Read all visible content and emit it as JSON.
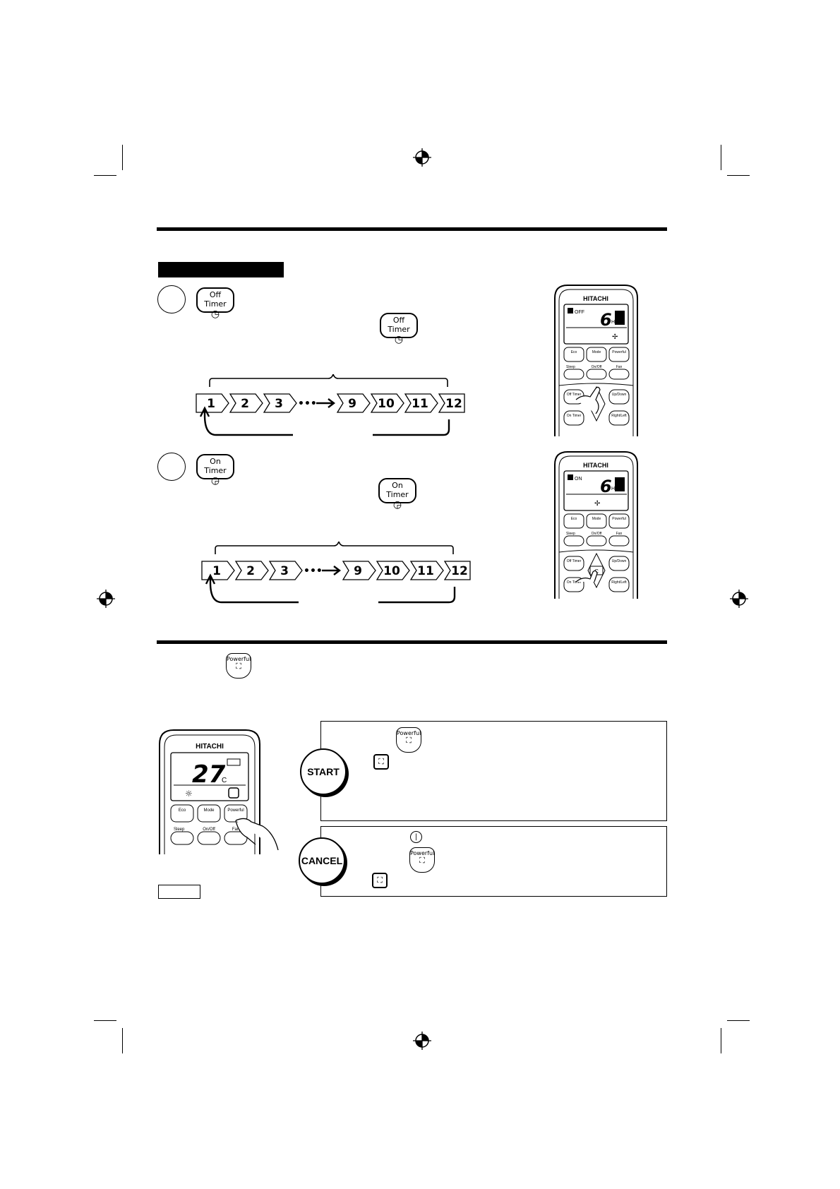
{
  "off_timer": {
    "button_label": "Off Timer",
    "sequence": [
      "1",
      "2",
      "3",
      "9",
      "10",
      "11",
      "12"
    ],
    "ellipsis": "•••",
    "remote": {
      "brand": "HITACHI",
      "mode_flag": "OFF",
      "hours": "6",
      "hour_unit": "H",
      "buttons": [
        "Eco",
        "Mode",
        "Powerful",
        "Sleep",
        "On/Off",
        "Fan",
        "Off Timer",
        "Up/Down",
        "On Timer",
        "Right/Left"
      ]
    }
  },
  "on_timer": {
    "button_label": "On Timer",
    "sequence": [
      "1",
      "2",
      "3",
      "9",
      "10",
      "11",
      "12"
    ],
    "ellipsis": "•••",
    "remote": {
      "brand": "HITACHI",
      "mode_flag": "ON",
      "hours": "6",
      "hour_unit": "H",
      "center_key": "C",
      "buttons": [
        "Eco",
        "Mode",
        "Powerful",
        "Sleep",
        "On/Off",
        "Fan",
        "Off Timer",
        "Up/Down",
        "On Timer",
        "Right/Left"
      ]
    }
  },
  "powerful": {
    "button_label": "Powerful",
    "remote": {
      "brand": "HITACHI",
      "temperature": "27",
      "temp_unit": "C",
      "buttons": [
        "Eco",
        "Mode",
        "Powerful",
        "Sleep",
        "On/Off",
        "Fan"
      ]
    },
    "start_label": "START",
    "cancel_label": "CANCEL"
  },
  "icons": {
    "timer_icon": "clock-icon",
    "powerful_icon": "powerful-icon",
    "power_icon": "power-icon",
    "registration_mark": "crosshair-icon"
  }
}
